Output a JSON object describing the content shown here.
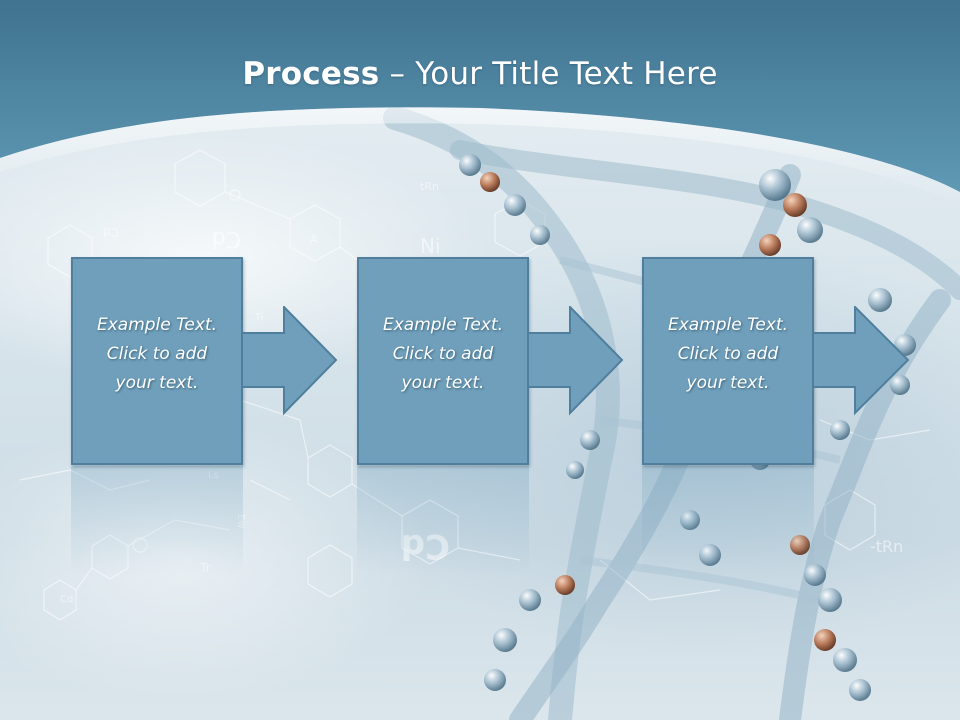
{
  "slide": {
    "title": {
      "bold": "Process",
      "rest": " – Your Title Text Here"
    },
    "steps": [
      {
        "lines": [
          "Example Text.",
          "Click  to add",
          "your text."
        ]
      },
      {
        "lines": [
          "Example Text.",
          "Click  to add",
          "your text."
        ]
      },
      {
        "lines": [
          "Example Text.",
          "Click  to add",
          "your text."
        ]
      }
    ],
    "background_labels": [
      "Cd",
      "Cd",
      "Cd",
      "Ni",
      "-tRn",
      "tRn",
      "A",
      "Tr",
      "Ew",
      "Ls",
      "Ti",
      "Cd",
      "Cd"
    ]
  },
  "colors": {
    "header": "#4f8aa6",
    "box_fill": "#6f9fbb",
    "box_border": "#4f7f9c",
    "text": "#ffffff"
  }
}
